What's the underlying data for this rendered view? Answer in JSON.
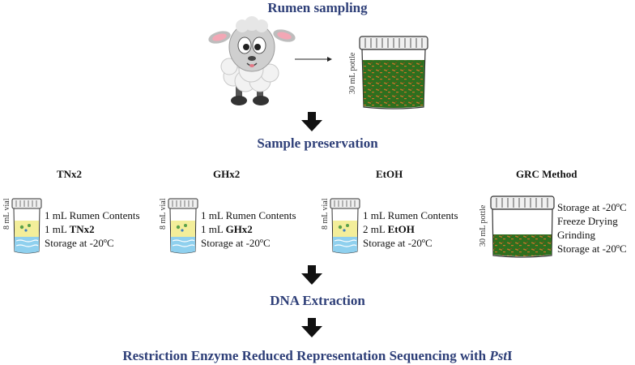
{
  "headings": {
    "rumen_sampling": "Rumen sampling",
    "sample_preservation": "Sample preservation",
    "dna_extraction": "DNA Extraction",
    "final_prefix": "Restriction Enzyme Reduced Representation Sequencing with ",
    "final_enzyme": "Pst",
    "final_suffix": "I"
  },
  "pottle_label_top": "30 mL pottle",
  "methods": [
    {
      "title": "TNx2",
      "vial_label": "8 mL vial",
      "line1": "1 mL Rumen Contents",
      "line2_prefix": "1 mL ",
      "line2_bold": "TNx2",
      "line3": "Storage at -20ºC"
    },
    {
      "title": "GHx2",
      "vial_label": "8 mL vial",
      "line1": "1 mL Rumen Contents",
      "line2_prefix": "1 mL ",
      "line2_bold": "GHx2",
      "line3": "Storage at -20ºC"
    },
    {
      "title": "EtOH",
      "vial_label": "8 mL vial",
      "line1": "1 mL Rumen Contents",
      "line2_prefix": "2 mL ",
      "line2_bold": "EtOH",
      "line3": "Storage at -20ºC"
    },
    {
      "title": "GRC Method",
      "vial_label": "30 mL pottle",
      "steps": [
        "Storage at -20ºC",
        "Freeze Drying",
        "Grinding",
        "Storage at -20ºC"
      ]
    }
  ],
  "colors": {
    "heading": "#2e3f78",
    "rumen_green": "#2e6f1e",
    "rumen_orange": "#c9762a",
    "vial_yellow": "#f3ee9a",
    "vial_blue": "#8fd0ee"
  }
}
